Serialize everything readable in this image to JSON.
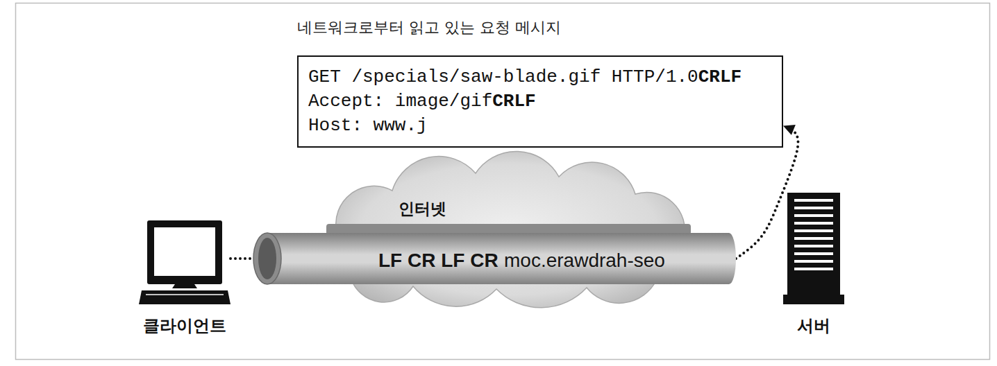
{
  "diagram": {
    "nodes": [
      {
        "text": [
          "네트워크로부터 읽고 있는 요청 메시지",
          "GET /specials/saw-blade.gif HTTP/1.0",
          "CRLF",
          "Accept: image/gif",
          "CRLF",
          "Host: www.j"
        ]
      },
      {
        "text": [
          "인터넷"
        ]
      },
      {
        "text": [
          "LF CR LF CR",
          "moc.erawdrah-seo"
        ]
      },
      {
        "text": [
          "클라이언트"
        ]
      },
      {
        "text": [
          "서버"
        ]
      }
    ],
    "edges": [
      {
        "from": 3,
        "to": 2,
        "arrow": "none"
      },
      {
        "from": 2,
        "to": 0,
        "arrow": "to"
      }
    ]
  }
}
